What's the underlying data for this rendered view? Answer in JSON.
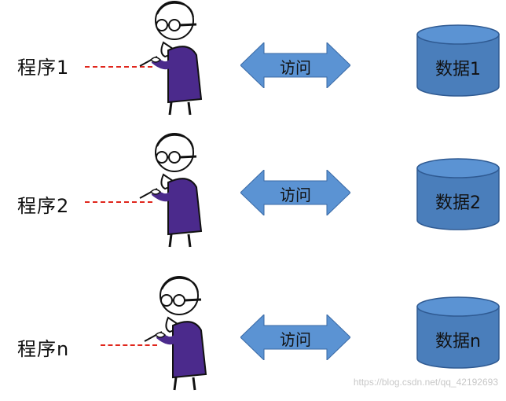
{
  "rows": [
    {
      "program": "程序1",
      "access": "访问",
      "data": "数据1"
    },
    {
      "program": "程序2",
      "access": "访问",
      "data": "数据2"
    },
    {
      "program": "程序n",
      "access": "访问",
      "data": "数据n"
    }
  ],
  "watermark": "https://blog.csdn.net/qq_42192693",
  "colors": {
    "arrow_fill": "#5b93d3",
    "database_fill": "#4a7ebb",
    "dash_line": "#e0261c",
    "person_shirt": "#4b2a8c"
  },
  "icons": [
    "person-icon",
    "double-arrow-icon",
    "database-icon"
  ]
}
